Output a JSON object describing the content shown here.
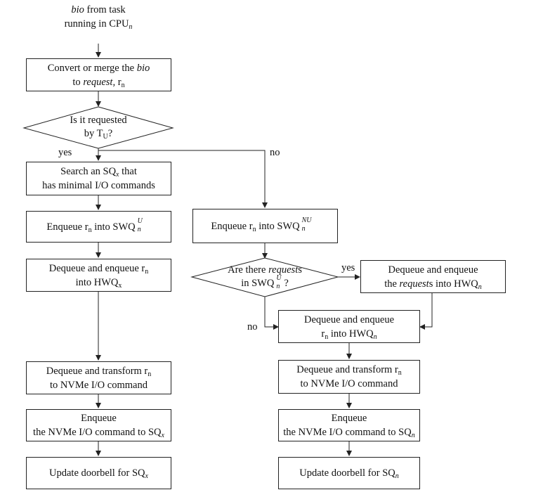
{
  "start": {
    "bio": "bio",
    "text1": " from task",
    "text2": "running in CPU",
    "sub_n": "n"
  },
  "convert": {
    "t1": "Convert or merge the ",
    "bio": "bio",
    "t2": "to ",
    "request": "request,",
    "r": " r",
    "sub": "n"
  },
  "decision1": {
    "t1": "Is it requested",
    "t2": "by T",
    "sub": "U",
    "t3": "?"
  },
  "yes1": "yes",
  "no1": "no",
  "search": {
    "t1": "Search an SQ",
    "sub": "x",
    "t2": " that",
    "t3": "has minimal I/O commands"
  },
  "enq_u": {
    "t1": "Enqueue r",
    "sub": "n",
    "t2": " into SWQ",
    "sup": "U",
    "bot": "n"
  },
  "enq_nu": {
    "t1": "Enqueue r",
    "sub": "n",
    "t2": " into SWQ",
    "sup": "NU",
    "bot": "n"
  },
  "deq_hwqx": {
    "t1": "Dequeue and enqueue r",
    "sub": "n",
    "t2": "into HWQ",
    "sub2": "x"
  },
  "decision2": {
    "t1": "Are there ",
    "req": "request",
    "t1b": "s",
    "t2": "in SWQ",
    "sup": "U",
    "bot": "n",
    "t3": "?"
  },
  "yes2": "yes",
  "no2": "no",
  "deq_req": {
    "t1": "Dequeue and enqueue",
    "t2a": "the ",
    "req": "request",
    "t2b": "s into HWQ",
    "sub": "n"
  },
  "deq_hwqn": {
    "t1": "Dequeue and enqueue",
    "t2": "r",
    "sub": "n",
    "t3": " into HWQ",
    "sub2": "n"
  },
  "transform_left": {
    "t1": "Dequeue and transform r",
    "sub": "n",
    "t2": "to NVMe I/O command"
  },
  "transform_right": {
    "t1": "Dequeue and transform r",
    "sub": "n",
    "t2": "to NVMe I/O command"
  },
  "enq_cmd_left": {
    "t1": "Enqueue",
    "t2": "the NVMe I/O command to SQ",
    "sub": "x"
  },
  "enq_cmd_right": {
    "t1": "Enqueue",
    "t2": "the NVMe I/O command to SQ",
    "sub": "n"
  },
  "doorbell_left": {
    "t1": "Update doorbell for SQ",
    "sub": "x"
  },
  "doorbell_right": {
    "t1": "Update doorbell for SQ",
    "sub": "n"
  }
}
